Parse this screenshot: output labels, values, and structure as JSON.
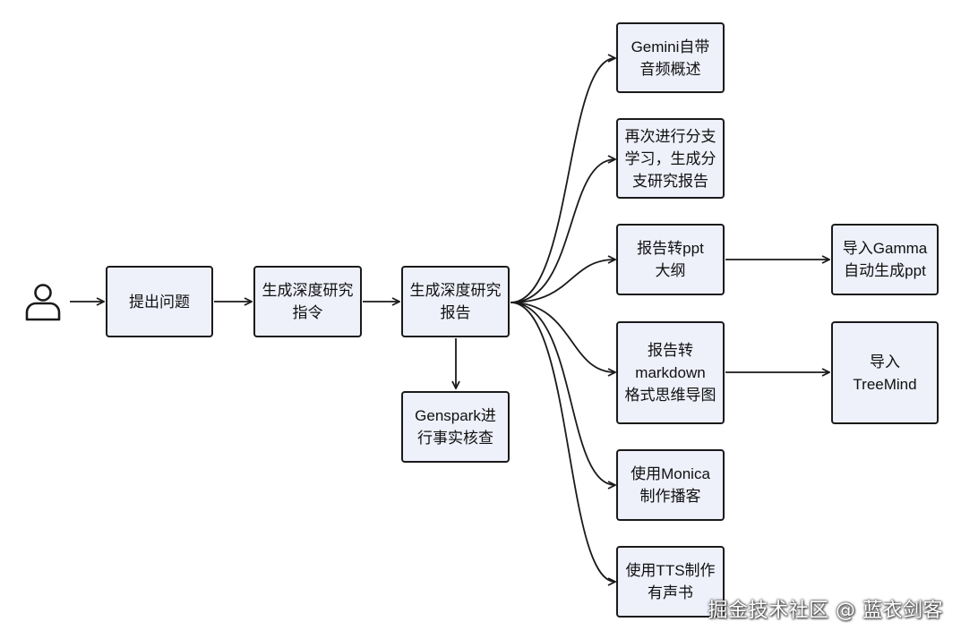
{
  "nodes": {
    "ask_question": "提出问题",
    "gen_instruction": "生成深度研究\n指令",
    "gen_report": "生成深度研究\n报告",
    "genspark_check": "Genspark进\n行事实核查",
    "gemini_audio": "Gemini自带\n音频概述",
    "branch_study": "再次进行分支\n学习，生成分\n支研究报告",
    "report_to_ppt": "报告转ppt\n大纲",
    "gamma_ppt": "导入Gamma\n自动生成ppt",
    "report_to_markdown": "报告转\nmarkdown\n格式思维导图",
    "treemind": "导入\nTreeMind",
    "monica_podcast": "使用Monica\n制作播客",
    "tts_audiobook": "使用TTS制作\n有声书"
  },
  "icons": {
    "user": "user-icon"
  },
  "watermark": "掘金技术社区 @ 蓝衣剑客",
  "colors": {
    "node_fill": "#eef0fa",
    "stroke": "#1a1a1a"
  }
}
